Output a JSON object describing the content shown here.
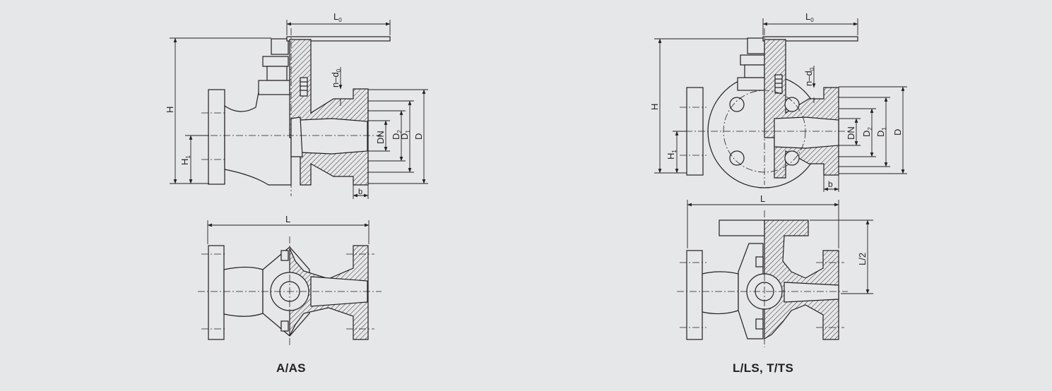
{
  "left_drawing": {
    "caption": "A/AS",
    "dims": {
      "l0": "L",
      "l0_sub": "0",
      "h": "H",
      "h1": "H",
      "h1_sub": "1",
      "nd0": "n–d",
      "nd0_sub": "0",
      "dn": "DN",
      "d2": "D",
      "d2_sub": "2",
      "d1": "D",
      "d1_sub": "1",
      "d": "D",
      "b": "b",
      "l": "L"
    }
  },
  "right_drawing": {
    "caption": "L/LS, T/TS",
    "dims": {
      "l0": "L",
      "l0_sub": "0",
      "h": "H",
      "h1": "H",
      "h1_sub": "1",
      "nd0": "n–d",
      "nd0_sub": "0",
      "dn": "DN",
      "d2": "D",
      "d2_sub": "2",
      "d1": "D",
      "d1_sub": "1",
      "d": "D",
      "b": "b",
      "l": "L",
      "l2": "L/2"
    }
  },
  "colors": {
    "background": "#e6e7e8",
    "line": "#231f20",
    "hatch": "#3c3a3b"
  }
}
